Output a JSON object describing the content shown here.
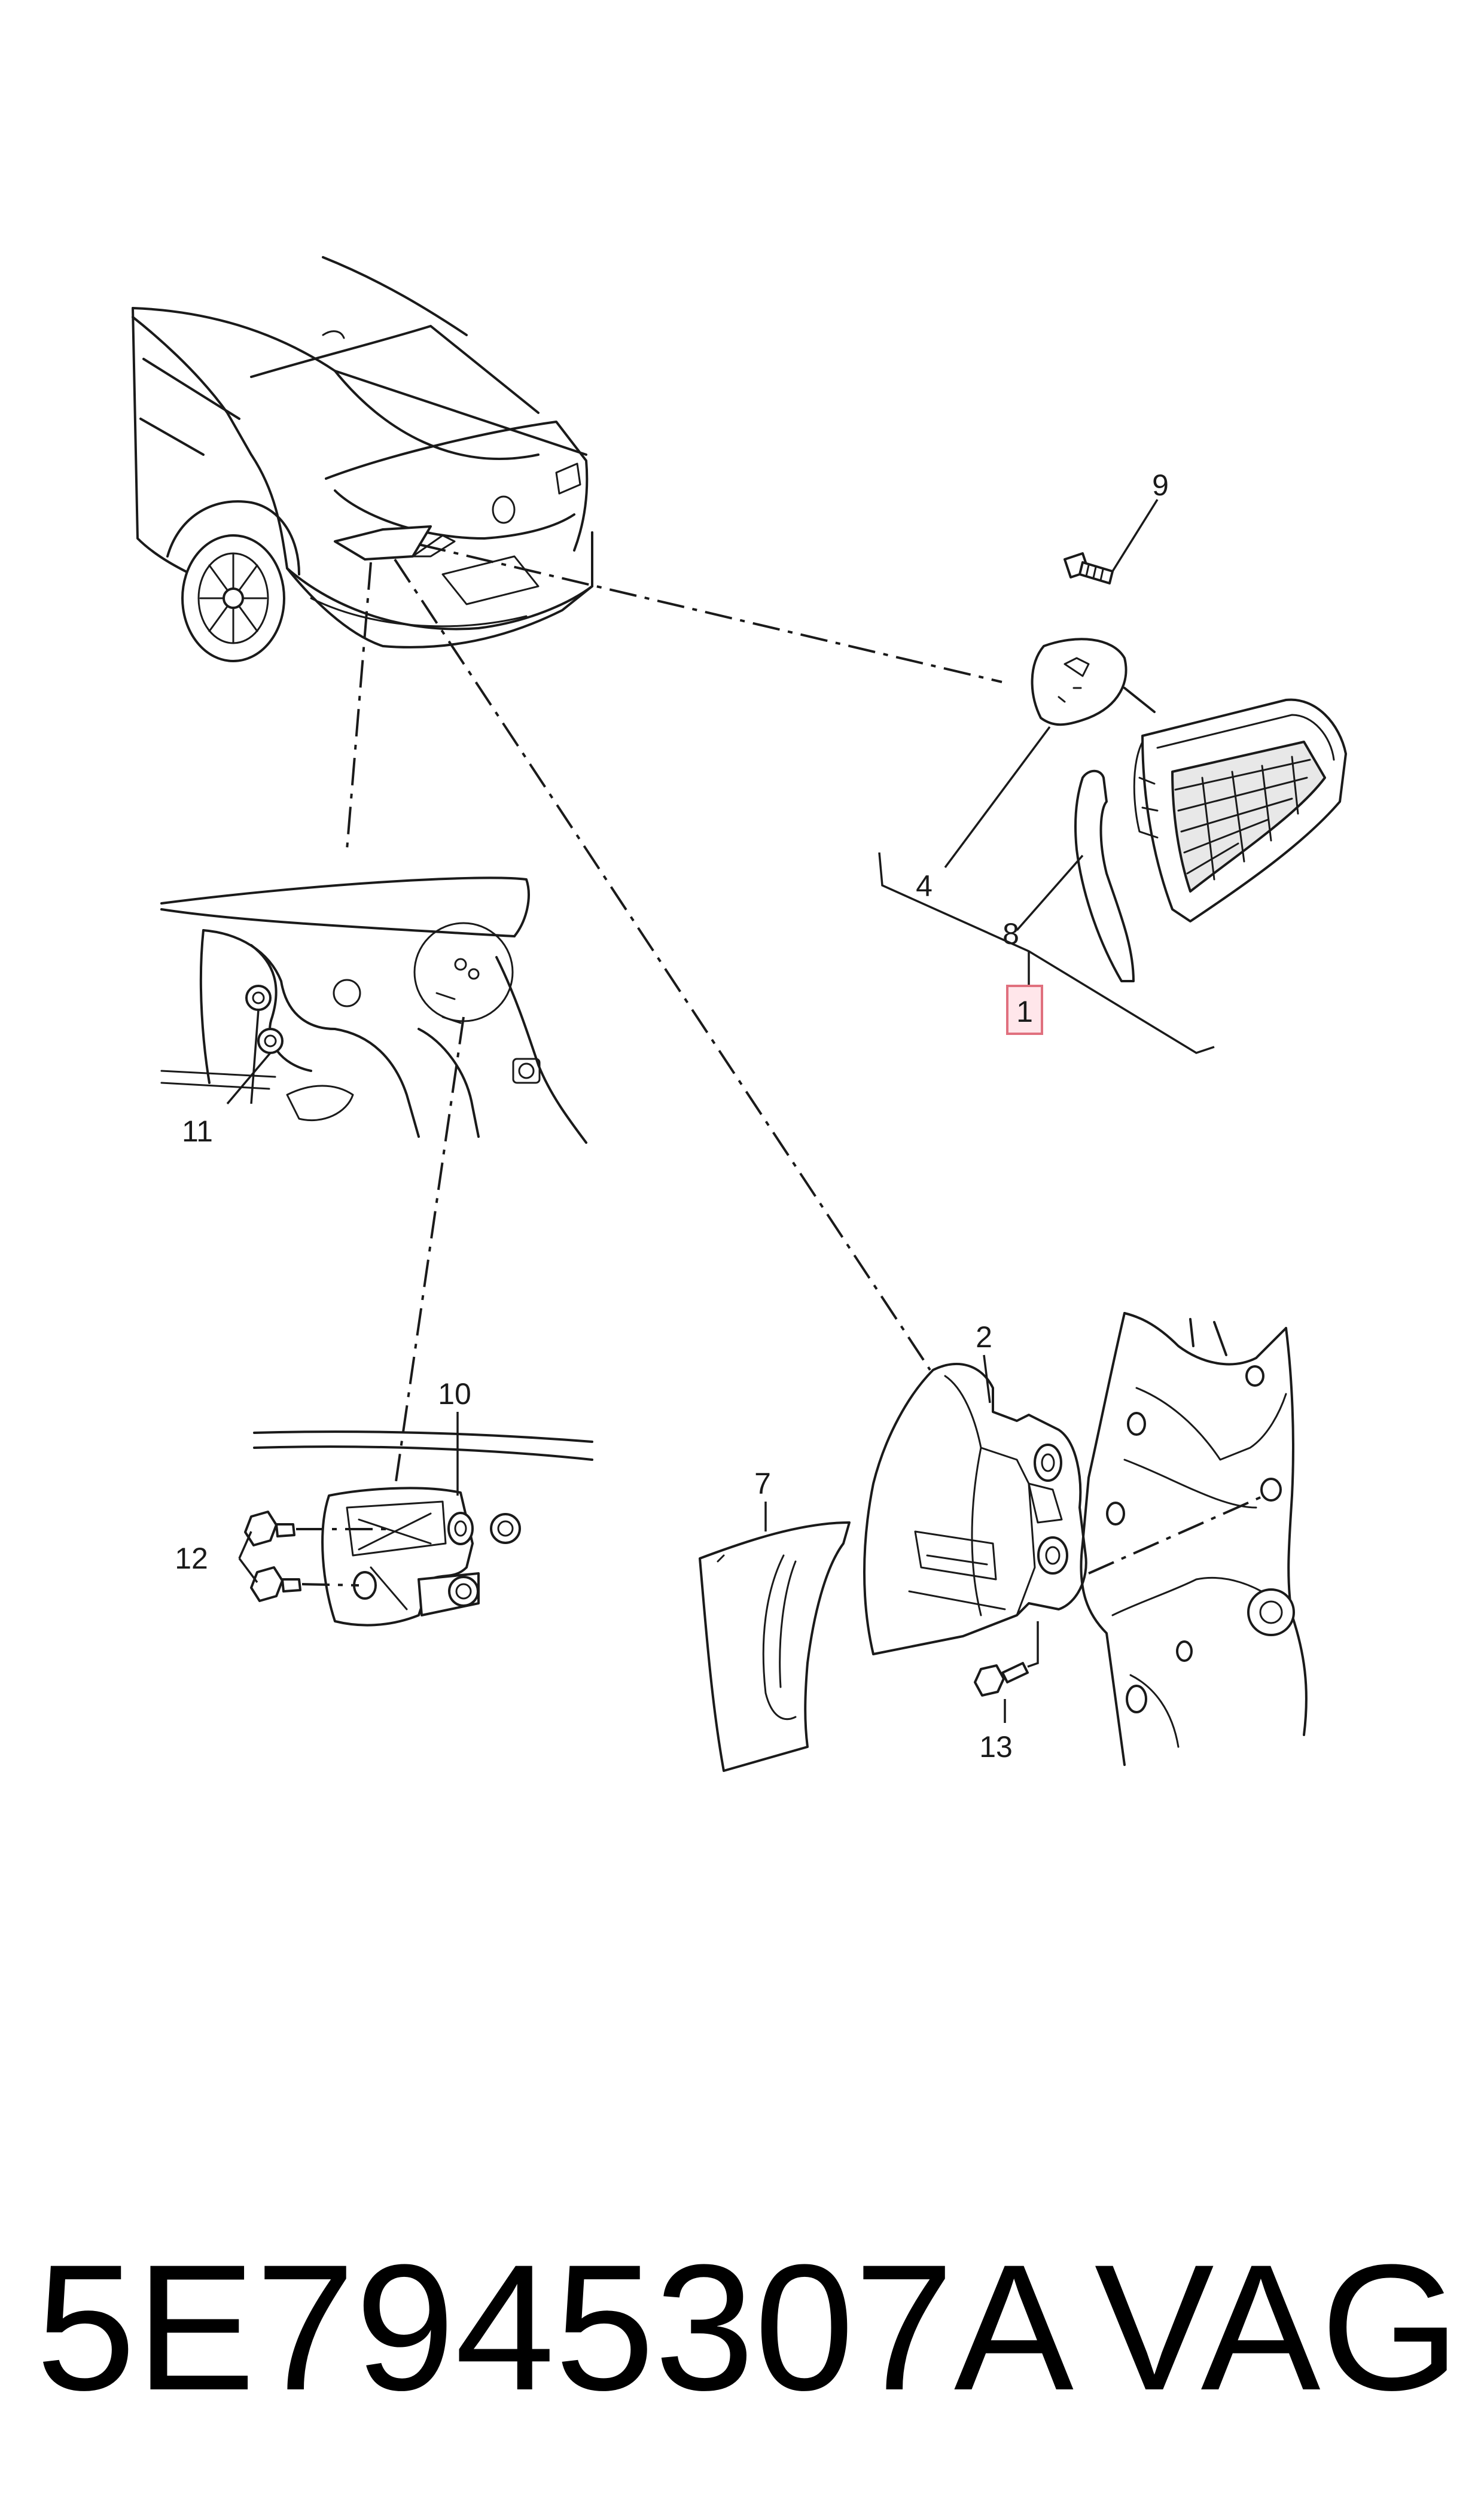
{
  "callouts": [
    {
      "id": "c1",
      "label": "1",
      "highlighted": true
    },
    {
      "id": "c2",
      "label": "2"
    },
    {
      "id": "c4",
      "label": "4"
    },
    {
      "id": "c7",
      "label": "7"
    },
    {
      "id": "c8",
      "label": "8"
    },
    {
      "id": "c9",
      "label": "9"
    },
    {
      "id": "c10",
      "label": "10"
    },
    {
      "id": "c11",
      "label": "11"
    },
    {
      "id": "c12",
      "label": "12"
    },
    {
      "id": "c13",
      "label": "13"
    }
  ],
  "footer": {
    "part_number": "5E7945307A",
    "brand": "VAG"
  },
  "colors": {
    "line": "#1a1a1a",
    "highlight_fill": "#ffe6ea",
    "highlight_stroke": "#e0707e",
    "text": "#000000"
  }
}
